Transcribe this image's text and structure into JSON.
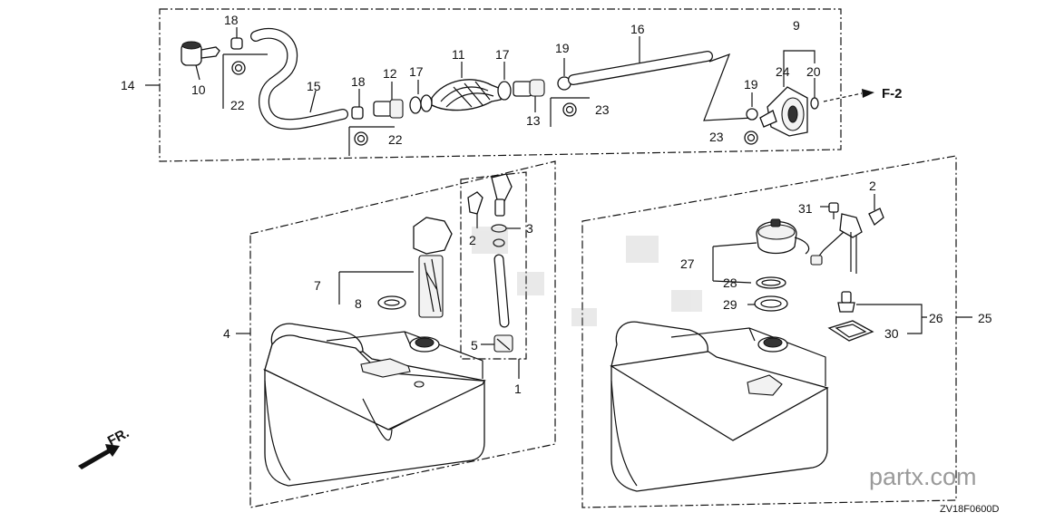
{
  "labels": {
    "p1": "1",
    "p2a": "2",
    "p2b": "2",
    "p3": "3",
    "p4": "4",
    "p5": "5",
    "p7": "7",
    "p8": "8",
    "p9": "9",
    "p10": "10",
    "p11": "11",
    "p12": "12",
    "p13": "13",
    "p14": "14",
    "p15": "15",
    "p16": "16",
    "p17a": "17",
    "p17b": "17",
    "p18a": "18",
    "p18b": "18",
    "p19a": "19",
    "p19b": "19",
    "p20": "20",
    "p22a": "22",
    "p22b": "22",
    "p23a": "23",
    "p23b": "23",
    "p24": "24",
    "p25": "25",
    "p26": "26",
    "p27": "27",
    "p28": "28",
    "p29": "29",
    "p30": "30",
    "p31": "31"
  },
  "ref_f2": "F-2",
  "front_label": "FR.",
  "watermark": "partx.com",
  "diagram_code": "ZV18F0600D"
}
